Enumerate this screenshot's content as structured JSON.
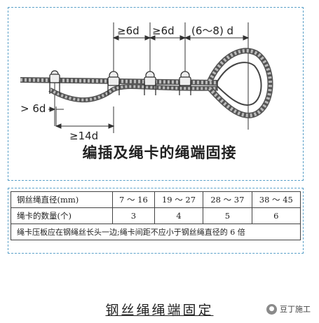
{
  "diagram": {
    "dims": {
      "gap1": "≥6d",
      "gap2": "≥6d",
      "gap3": "(6～8) d",
      "tail": "> 6d",
      "splice": "≥14d"
    },
    "caption": "编插及绳卡的绳端固接"
  },
  "table": {
    "header_label": "钢丝绳直径(mm)",
    "count_label": "绳卡的数量(个)",
    "columns": [
      {
        "range": "7 ～ 16",
        "count": "3"
      },
      {
        "range": "19 ～ 27",
        "count": "4"
      },
      {
        "range": "28 ～ 37",
        "count": "5"
      },
      {
        "range": "38 ～ 45",
        "count": "6"
      }
    ],
    "note": "绳卡压板应在钢绳丝长头一边;绳卡间距不应小于钢丝绳直径的 6 倍"
  },
  "title": "钢丝绳绳端固定",
  "watermark": "豆丁施工",
  "colors": {
    "frame": "#5aa0c8",
    "ink": "#222222"
  }
}
